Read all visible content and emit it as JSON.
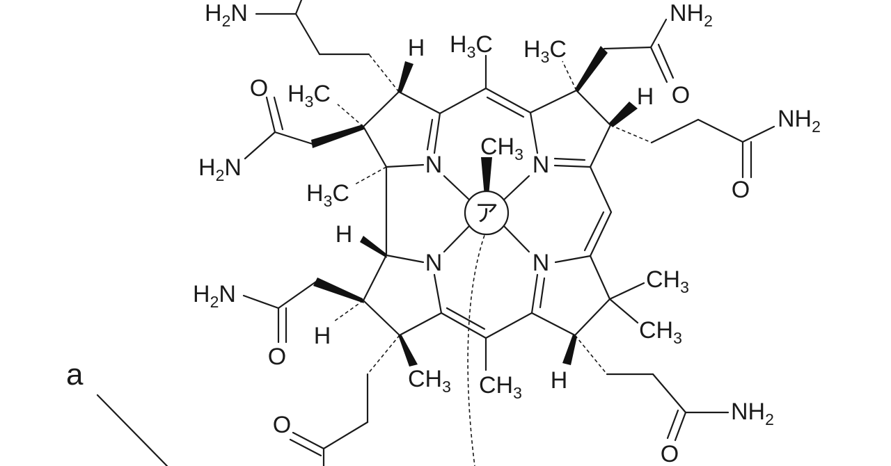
{
  "diagram": {
    "metal_center": "ア",
    "annotation_label": "a",
    "atoms": {
      "N": "N",
      "O": "O",
      "H": "H"
    },
    "groups": {
      "H2N": {
        "main": "H",
        "sub": "2",
        "tail": "N"
      },
      "NH2": {
        "main": "NH",
        "sub": "2"
      },
      "H3C": {
        "main": "H",
        "sub": "3",
        "tail": "C"
      },
      "CH3": {
        "main": "CH",
        "sub": "3"
      }
    }
  }
}
